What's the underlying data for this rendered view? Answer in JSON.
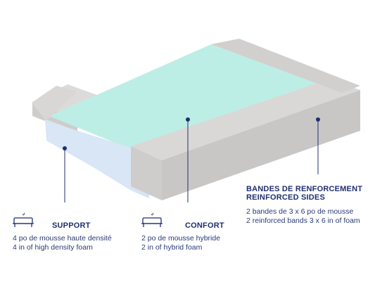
{
  "colors": {
    "navy": "#1f2f6e",
    "top_foam": "#b9ece6",
    "side_foam": "#d8e6f6",
    "band": "#d9d7d6",
    "band_shade": "#c8c6c5"
  },
  "callouts": {
    "support": {
      "icon": "bed-icon",
      "title": "SUPPORT",
      "line_fr": "4 po de mousse haute densité",
      "line_en": "4 in of high density foam"
    },
    "comfort": {
      "icon": "bed-icon",
      "title": "CONFORT",
      "line_fr": "2 po de mousse hybride",
      "line_en": "2 in of hybrid foam"
    },
    "bands": {
      "title_fr": "BANDES DE RENFORCEMENT",
      "title_en": "REINFORCED SIDES",
      "line_fr": "2 bandes de 3 x 6 po de mousse",
      "line_en": "2 reinforced bands 3 x 6 in of foam"
    }
  }
}
